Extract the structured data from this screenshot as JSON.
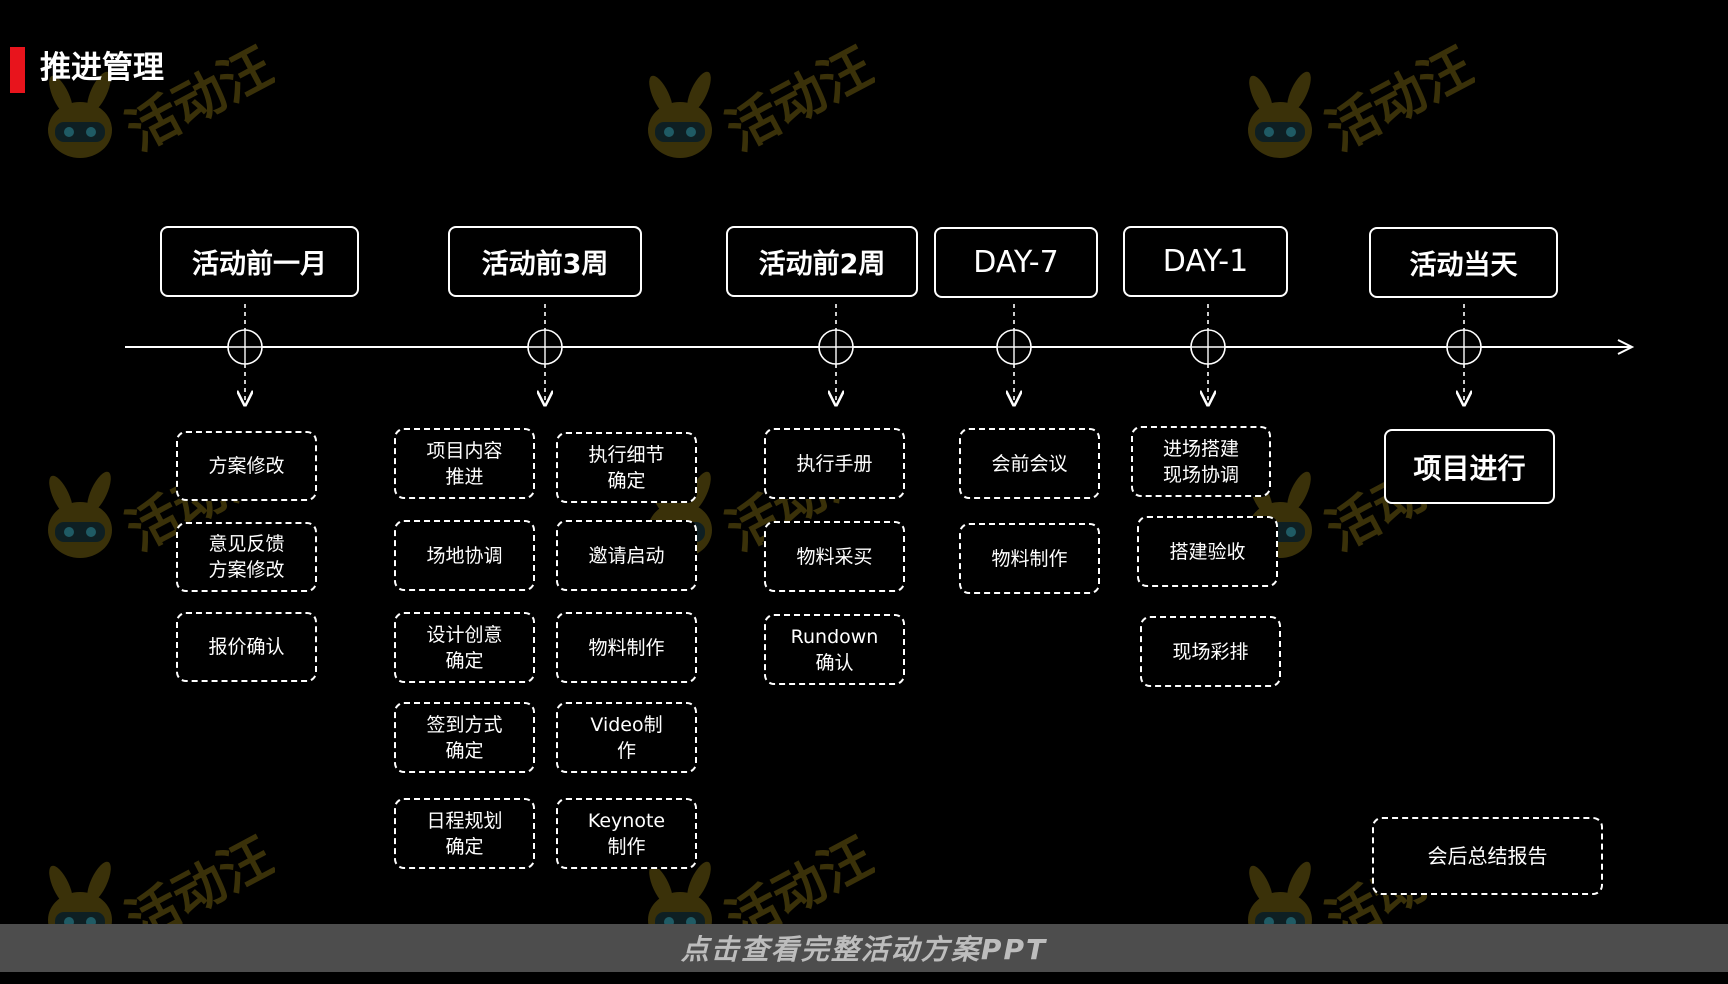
{
  "page": {
    "title": "推进管理",
    "accent_color": "#e8141c"
  },
  "timeline": {
    "phases": [
      {
        "label": "活动前一月"
      },
      {
        "label": "活动前3周"
      },
      {
        "label": "活动前2周"
      },
      {
        "label": "DAY-7"
      },
      {
        "label": "DAY-1"
      },
      {
        "label": "活动当天"
      }
    ]
  },
  "tasks": {
    "month_before": [
      "方案修改",
      "意见反馈\n方案修改",
      "报价确认"
    ],
    "week3_col1": [
      "项目内容\n推进",
      "场地协调",
      "设计创意\n确定",
      "签到方式\n确定",
      "日程规划\n确定"
    ],
    "week3_col2": [
      "执行细节\n确定",
      "邀请启动",
      "物料制作",
      "Video制\n作",
      "Keynote\n制作"
    ],
    "week2": [
      "执行手册",
      "物料采买",
      "Rundown\n确认"
    ],
    "day7": [
      "会前会议",
      "物料制作"
    ],
    "day1": [
      "进场搭建\n现场协调",
      "搭建验收",
      "现场彩排"
    ],
    "event_day": {
      "main": "项目进行",
      "after": "会后总结报告"
    }
  },
  "watermark": {
    "text": "活动汪",
    "icon": "mascot-icon",
    "color": "#6b5a12"
  },
  "footer": {
    "text": "点击查看完整活动方案PPT"
  }
}
